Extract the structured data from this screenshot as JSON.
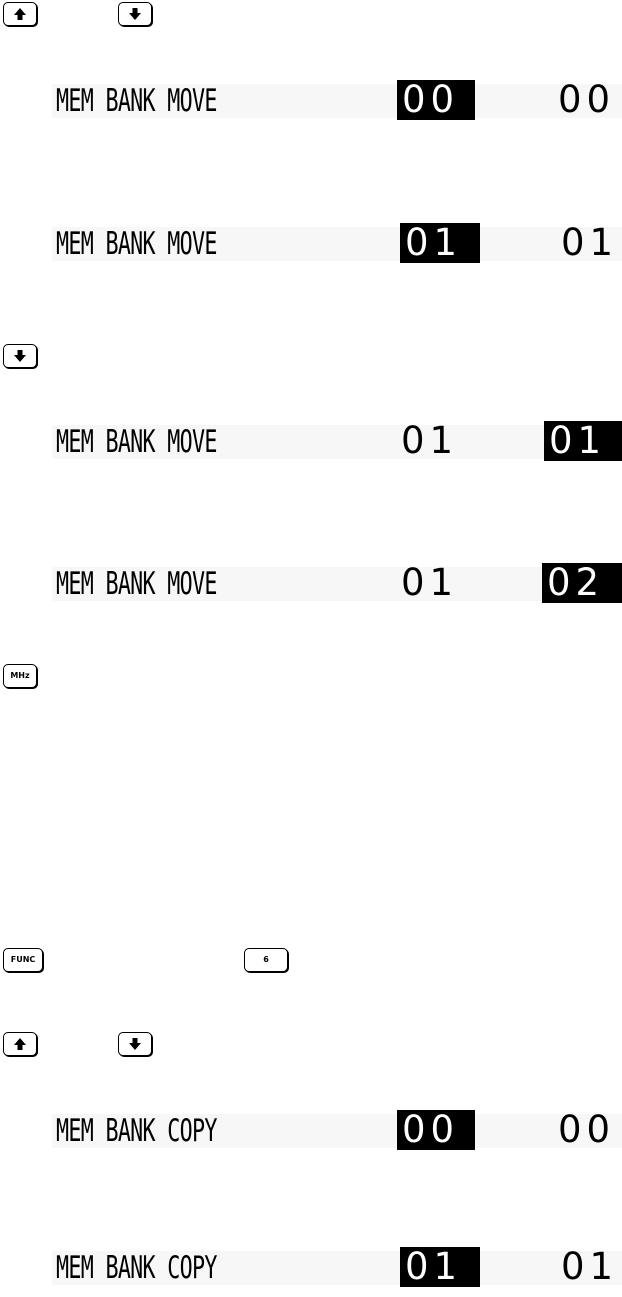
{
  "keys": {
    "up": "up-arrow",
    "down": "down-arrow",
    "mhz": "MHz",
    "func": "FUNC",
    "six": "6"
  },
  "displays": [
    {
      "label": "MEM BANK MOVE",
      "left": "00",
      "right": "00",
      "highlight": "left"
    },
    {
      "label": "MEM BANK MOVE",
      "left": "01",
      "right": "01",
      "highlight": "left"
    },
    {
      "label": "MEM BANK MOVE",
      "left": "01",
      "right": "01",
      "highlight": "right"
    },
    {
      "label": "MEM BANK MOVE",
      "left": "01",
      "right": "02",
      "highlight": "right"
    },
    {
      "label": "MEM BANK COPY",
      "left": "00",
      "right": "00",
      "highlight": "left"
    },
    {
      "label": "MEM BANK COPY",
      "left": "01",
      "right": "01",
      "highlight": "left"
    }
  ]
}
